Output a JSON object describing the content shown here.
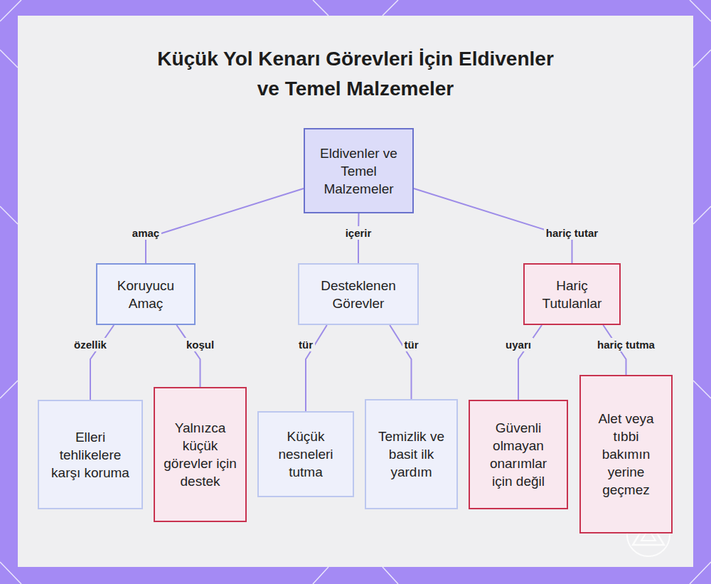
{
  "diagram": {
    "title": "Küçük Yol Kenarı Görevleri İçin Eldivenler ve Temel Malzemeler",
    "nodes": [
      {
        "text": [
          "Eldivenler ve Temel Malzemeler"
        ]
      },
      {
        "text": [
          "Koruyucu Amaç"
        ]
      },
      {
        "text": [
          "Desteklenen Görevler"
        ]
      },
      {
        "text": [
          "Hariç Tutulanlar"
        ]
      },
      {
        "text": [
          "Elleri tehlikelere karşı koruma"
        ]
      },
      {
        "text": [
          "Yalnızca küçük görevler için destek"
        ]
      },
      {
        "text": [
          "Küçük nesneleri tutma"
        ]
      },
      {
        "text": [
          "Temizlik ve basit ilk yardım"
        ]
      },
      {
        "text": [
          "Güvenli olmayan onarımlar için değil"
        ]
      },
      {
        "text": [
          "Alet veya tıbbi bakımın yerine geçmez"
        ]
      }
    ],
    "edges": [
      {
        "from": 0,
        "to": 1,
        "label": "amaç",
        "arrow": "none"
      },
      {
        "from": 0,
        "to": 2,
        "label": "içerir",
        "arrow": "none"
      },
      {
        "from": 0,
        "to": 3,
        "label": "hariç tutar",
        "arrow": "none"
      },
      {
        "from": 1,
        "to": 4,
        "label": "özellik",
        "arrow": "none"
      },
      {
        "from": 1,
        "to": 5,
        "label": "koşul",
        "arrow": "none"
      },
      {
        "from": 2,
        "to": 6,
        "label": "tür",
        "arrow": "none"
      },
      {
        "from": 2,
        "to": 7,
        "label": "tür",
        "arrow": "none"
      },
      {
        "from": 3,
        "to": 8,
        "label": "uyarı",
        "arrow": "none"
      },
      {
        "from": 3,
        "to": 9,
        "label": "hariç tutma",
        "arrow": "none"
      }
    ]
  }
}
